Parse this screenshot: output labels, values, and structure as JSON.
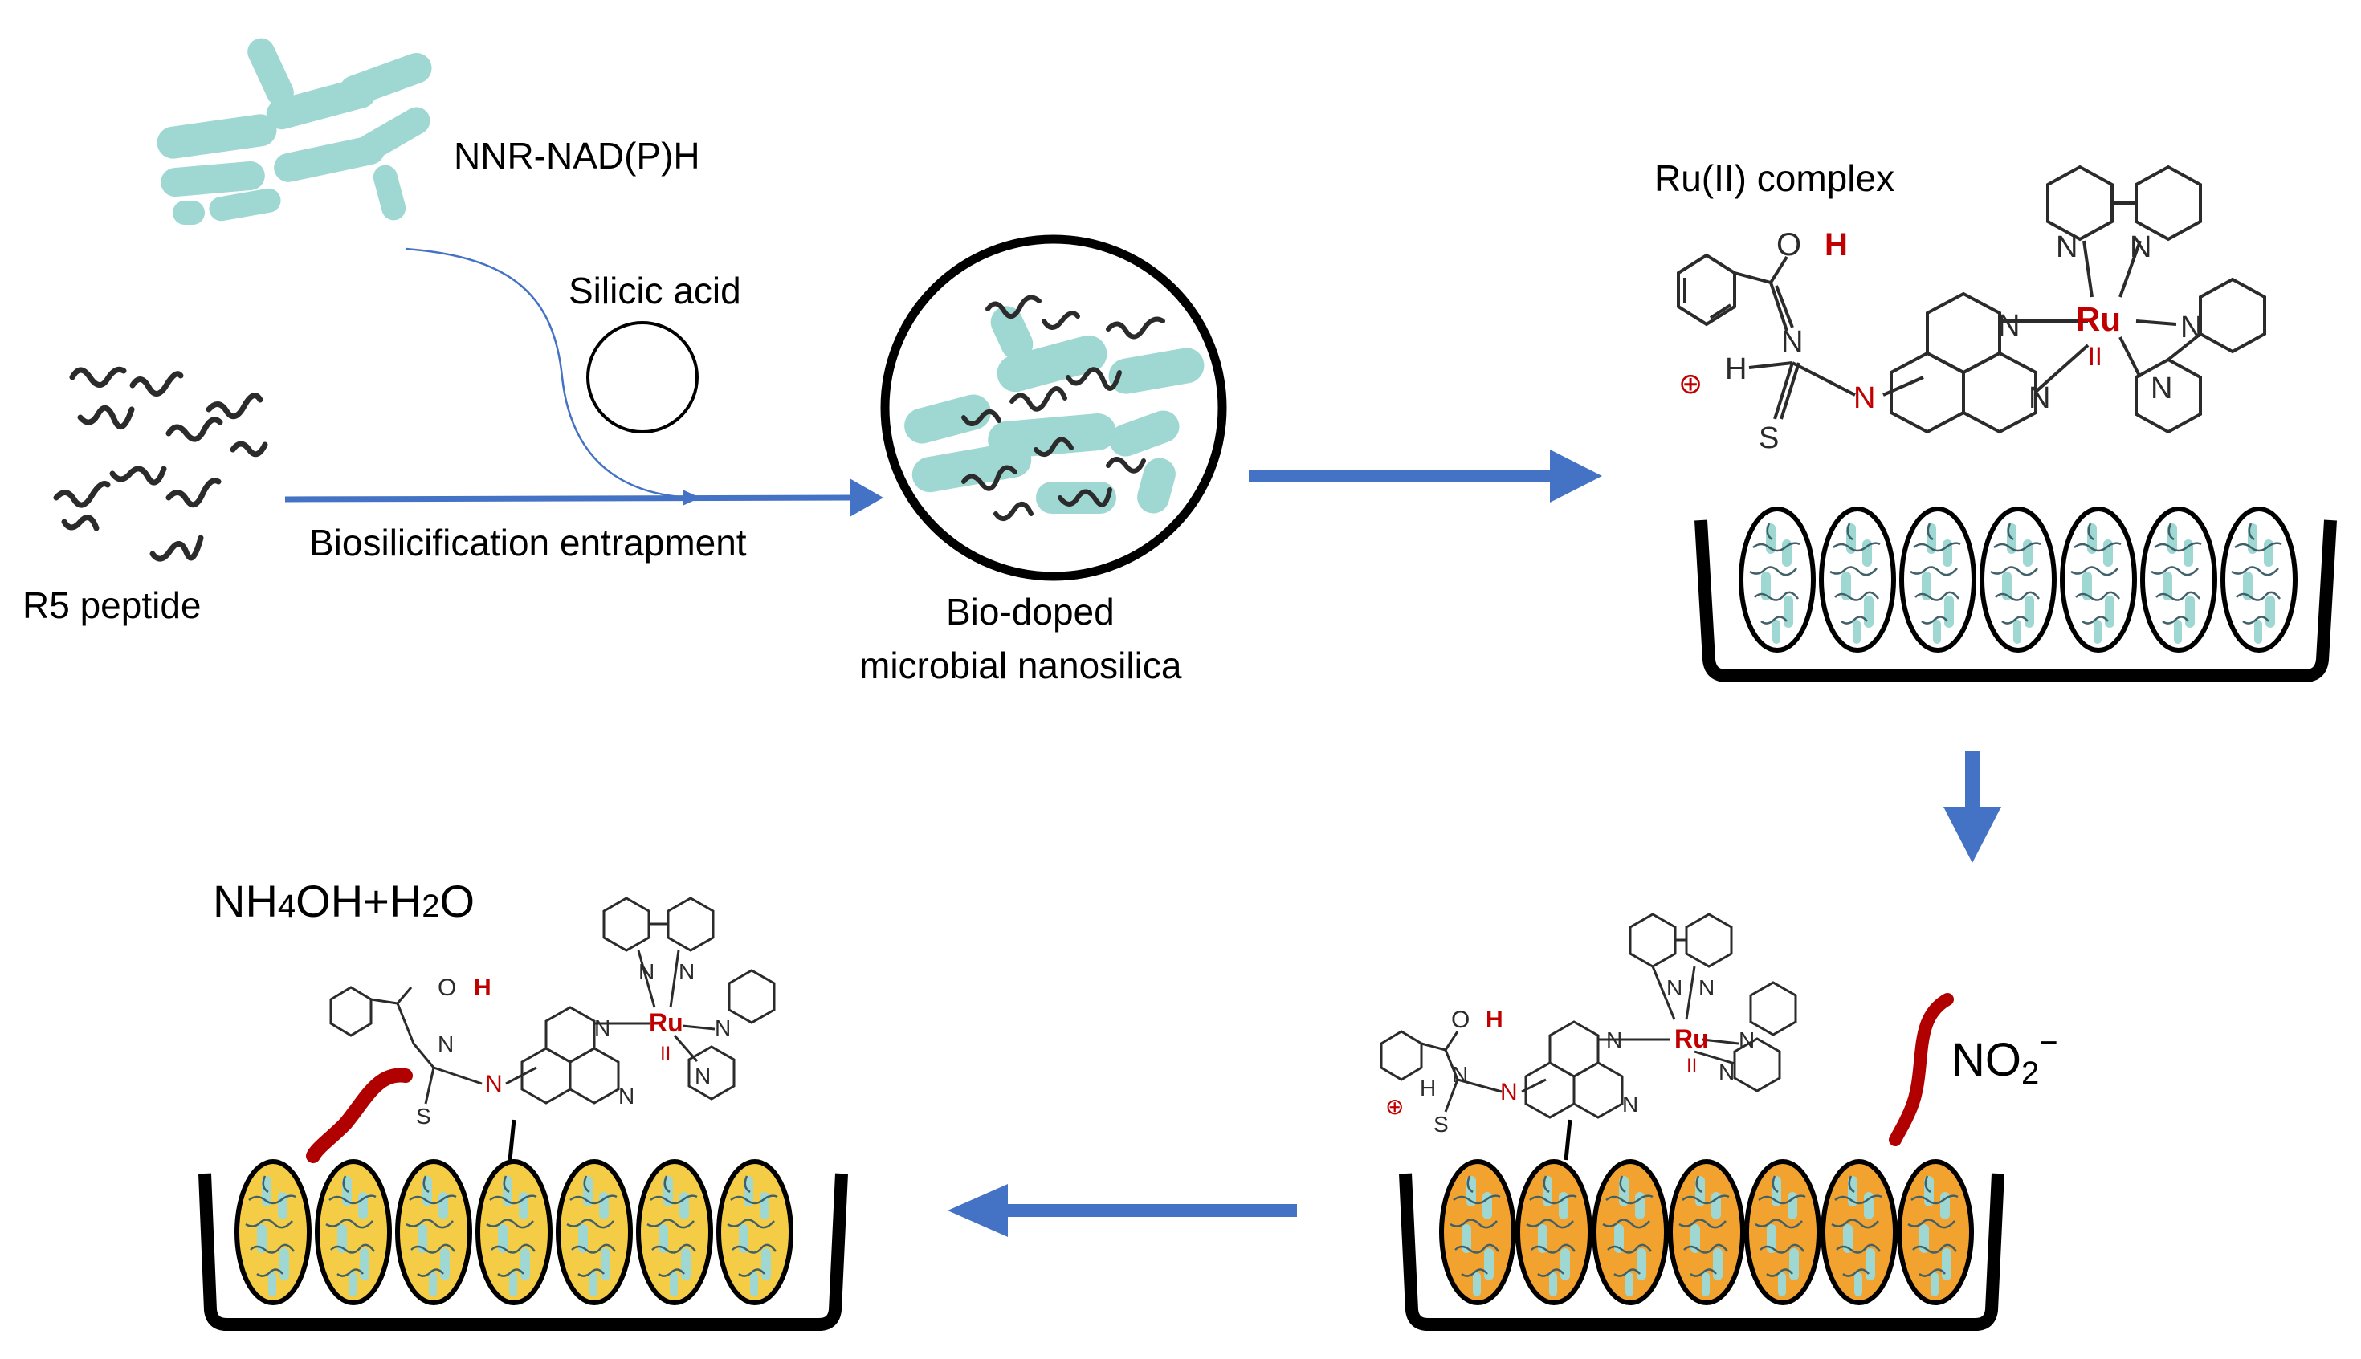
{
  "labels": {
    "nnr": "NNR-NAD(P)H",
    "silicic_acid": "Silicic acid",
    "r5_peptide": "R5 peptide",
    "entrapment": "Biosilicification entrapment",
    "biodoped_line1": "Bio-doped",
    "biodoped_line2": "microbial nanosilica",
    "ru_complex": "Ru(II) complex",
    "nitrite_main": "NO",
    "nitrite_sub": "2",
    "nitrite_sup": "−",
    "product_a": "NH",
    "product_a_sub": "4",
    "product_b": "OH+H",
    "product_b_sub": "2",
    "product_c": "O"
  },
  "chem": {
    "O": "O",
    "H": "H",
    "N": "N",
    "S": "S",
    "Ru": "Ru",
    "II": "II",
    "plus": "⊕"
  },
  "colors": {
    "arrow": "#4472C4",
    "bacteria": "#9FD8D2",
    "accent_red": "#C00000",
    "peptide": "#2b2b2b",
    "particle_orange": "#F2A22E",
    "particle_yellow": "#F5CC45"
  }
}
